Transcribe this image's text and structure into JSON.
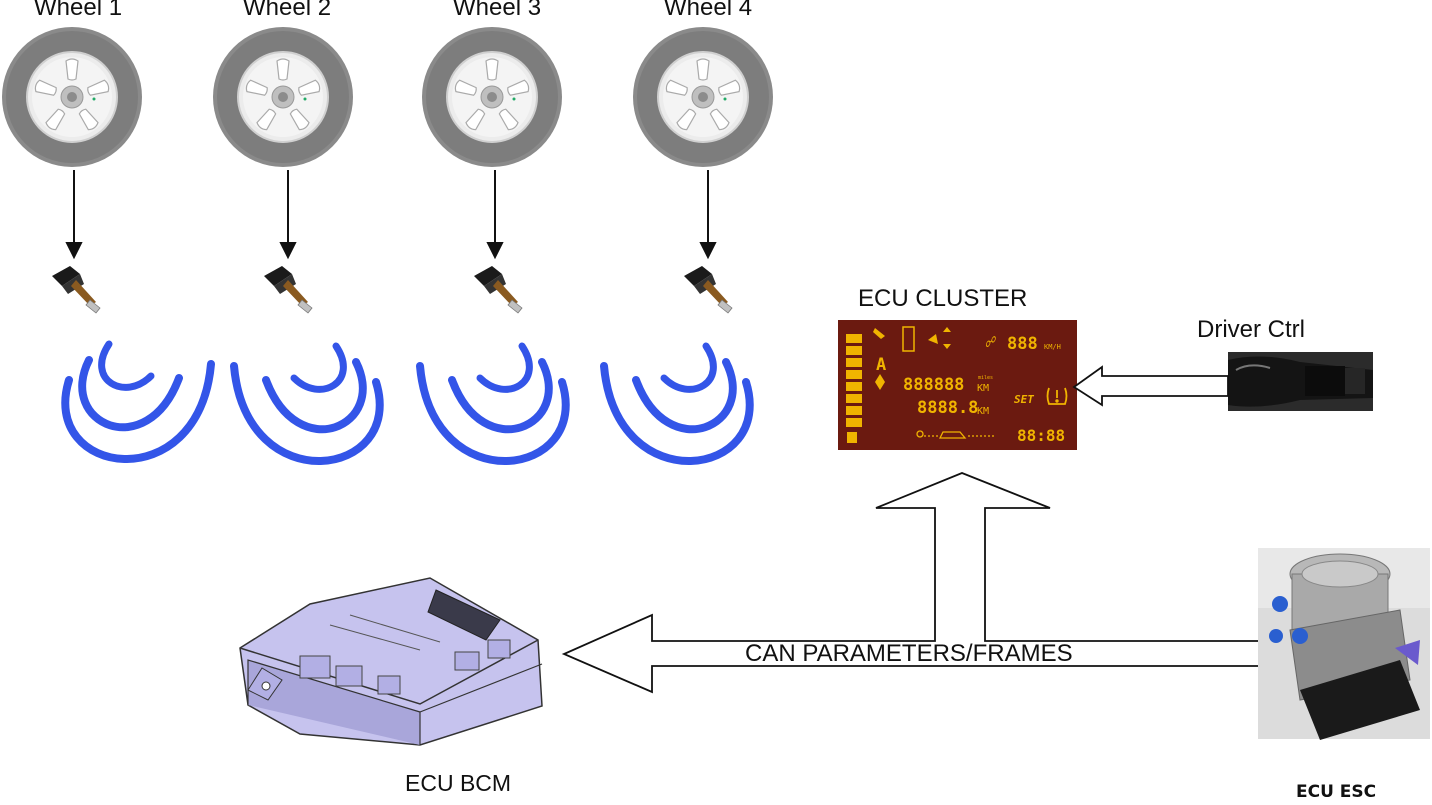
{
  "wheels": [
    {
      "label": "Wheel 1"
    },
    {
      "label": "Wheel 2"
    },
    {
      "label": "Wheel 3"
    },
    {
      "label": "Wheel 4"
    }
  ],
  "cluster": {
    "title": "ECU CLUSTER",
    "display": {
      "speed": "888",
      "speed_unit": "KM/H",
      "odo1": "888888",
      "odo2": "8888.8",
      "unit_top": "miles",
      "unit_km": "KM",
      "set": "SET",
      "gear_letter": "A",
      "clock": "88:88"
    }
  },
  "driver_ctrl": {
    "label": "Driver Ctrl"
  },
  "can": {
    "label": "CAN PARAMETERS/FRAMES"
  },
  "bcm": {
    "label": "ECU BCM"
  },
  "esc": {
    "label": "ECU ESC"
  },
  "colors": {
    "signal_waves": "#3355e8",
    "lcd_background": "#6b1a10",
    "lcd_segments": "#f0b400",
    "bcm_body": "#b9b6e6"
  }
}
